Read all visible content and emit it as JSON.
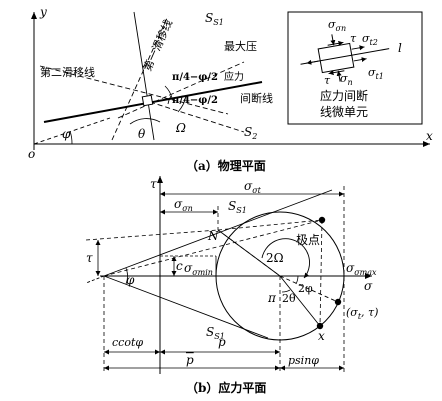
{
  "physical": {
    "caption": "（a）物理平面",
    "axes": {
      "x": "x",
      "y": "y",
      "origin": "o"
    },
    "lines": {
      "s1": "S1",
      "s2": "S2",
      "first_slip": "第一滑移线",
      "second_slip": "第二滑移线",
      "max_pressure": "最大压",
      "stress": "应力",
      "discontinuity": "间断线"
    },
    "angles": {
      "phi": "φ",
      "theta": "θ",
      "omega": "Ω",
      "a1": "π/4−φ/2",
      "a2": "π/4−φ/2"
    },
    "inset": {
      "sigma_n_top": "σn",
      "tau_top": "τ",
      "sigma_t2": "σt2",
      "l": "l",
      "sigma_n_bottom": "σn",
      "tau_bottom": "τ",
      "sigma_t1": "σt1",
      "title_line1": "应力间断",
      "title_line2": "线微单元"
    }
  },
  "stress": {
    "caption": "（b）应力平面",
    "axes": {
      "tau": "τ",
      "sigma": "σ"
    },
    "labels": {
      "sigma_t": "σt",
      "sigma_n": "σn",
      "s1_top": "S1",
      "s1_bottom": "S1",
      "n": "N",
      "pole": "极点",
      "two_omega": "2Ω",
      "sigma_max": "σmax",
      "c": "c",
      "sigma_min": "σmin",
      "tau_left": "τ",
      "phi": "φ",
      "two_phi": "2φ",
      "pi": "π",
      "two_theta": "2θ",
      "x_point": "x",
      "point_coords": "(σt, τ)",
      "ccotphi": "ccotφ",
      "p": "p",
      "p_bar": "p",
      "p_bar_sin": "psinφ"
    }
  }
}
